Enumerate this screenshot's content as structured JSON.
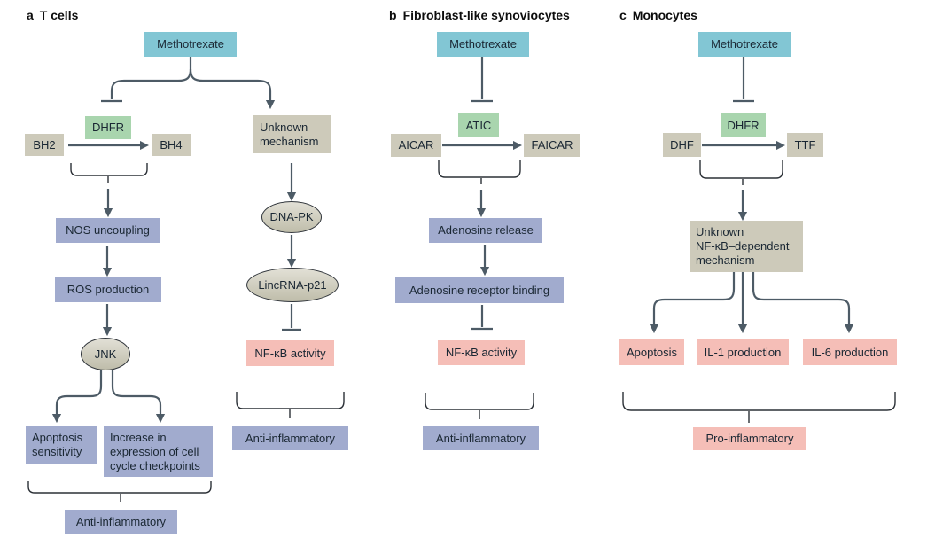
{
  "colors": {
    "teal": "#82c6d4",
    "green": "#a9d5ae",
    "gray": "#cdcaba",
    "blue": "#a1abce",
    "pink": "#f5beb7",
    "arrow": "#4d5b66",
    "bracket": "#2b3036",
    "text": "#1a2733"
  },
  "panels": [
    {
      "letter": "a",
      "title": "T cells",
      "nodes": {
        "methotrexate": "Methotrexate",
        "dhfr": "DHFR",
        "bh2": "BH2",
        "bh4": "BH4",
        "unknown_mechanism": "Unknown\nmechanism",
        "nos_uncoupling": "NOS uncoupling",
        "ros_production": "ROS production",
        "jnk": "JNK",
        "dna_pk": "DNA-PK",
        "lincrna_p21": "LincRNA-p21",
        "nfkb_activity": "NF-κB activity",
        "apoptosis_sensitivity": "Apoptosis\nsensitivity",
        "cell_cycle_checkpoints": "Increase in\nexpression of cell\ncycle checkpoints",
        "anti_inflammatory_unknown_branch": "Anti-inflammatory",
        "anti_inflammatory_jnk_branch": "Anti-inflammatory"
      }
    },
    {
      "letter": "b",
      "title": "Fibroblast-like synoviocytes",
      "nodes": {
        "methotrexate": "Methotrexate",
        "atic": "ATIC",
        "aicar": "AICAR",
        "faicar": "FAICAR",
        "adenosine_release": "Adenosine release",
        "adenosine_receptor_binding": "Adenosine receptor binding",
        "nfkb_activity": "NF-κB activity",
        "anti_inflammatory": "Anti-inflammatory"
      }
    },
    {
      "letter": "c",
      "title": "Monocytes",
      "nodes": {
        "methotrexate": "Methotrexate",
        "dhfr": "DHFR",
        "dhf": "DHF",
        "ttf": "TTF",
        "unknown_nfkb_mechanism": "Unknown\nNF-κB–dependent\nmechanism",
        "apoptosis": "Apoptosis",
        "il1_production": "IL-1 production",
        "il6_production": "IL-6 production",
        "pro_inflammatory": "Pro-inflammatory"
      }
    }
  ]
}
